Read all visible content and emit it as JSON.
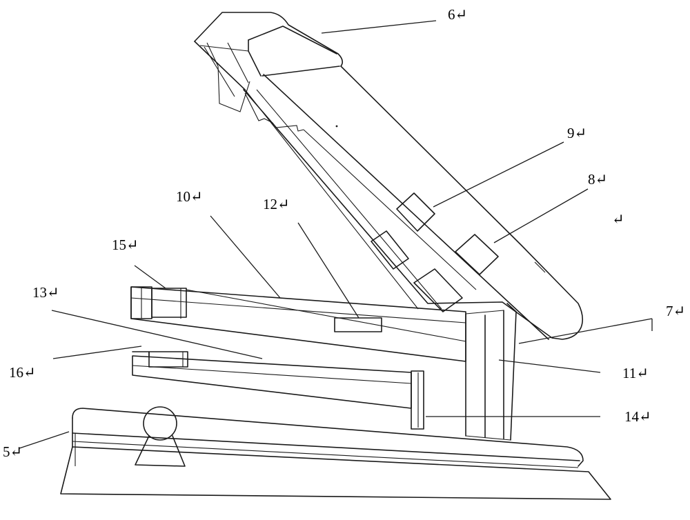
{
  "labels": {
    "l6": "6↵",
    "l9": "9↵",
    "l8": "8↵",
    "l10": "10↵",
    "l12": "12↵",
    "l15": "15↵",
    "l13": "13↵",
    "l7": "7↵",
    "l11": "11↵",
    "l16": "16↵",
    "l14": "14↵",
    "l5": "5↵",
    "stray": "↵"
  }
}
